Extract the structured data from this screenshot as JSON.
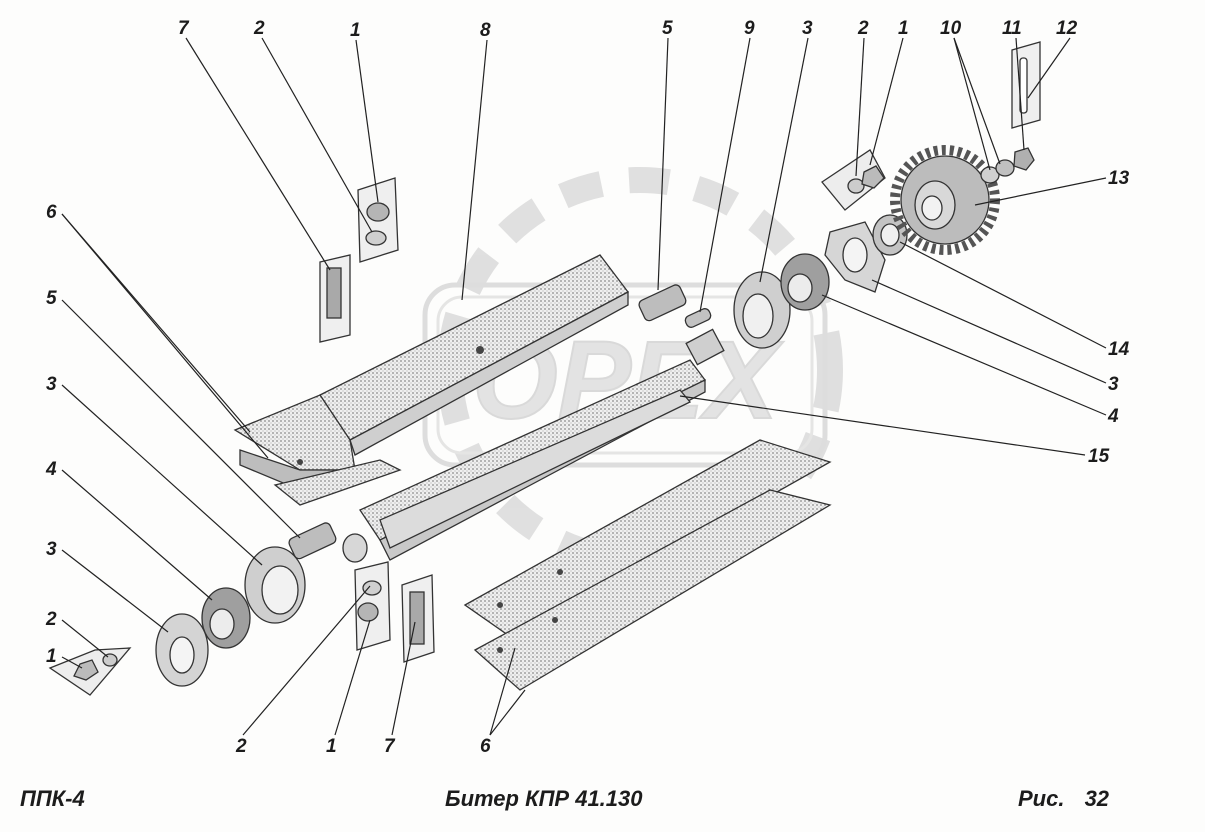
{
  "footer": {
    "left": "ППК-4",
    "center": "Битер КПР 41.130",
    "right": "Рис. 32"
  },
  "callouts": {
    "top_7": "7",
    "top_2": "2",
    "top_1": "1",
    "top_8": "8",
    "top_5": "5",
    "top_9": "9",
    "top_3": "3",
    "top_2b": "2",
    "top_1b": "1",
    "top_10": "10",
    "top_11": "11",
    "top_12": "12",
    "r_13": "13",
    "r_14": "14",
    "r_3": "3",
    "r_4": "4",
    "r_15": "15",
    "l_6": "6",
    "l_5": "5",
    "l_3": "3",
    "l_4": "4",
    "l_3b": "3",
    "l_2": "2",
    "l_1": "1",
    "b_2": "2",
    "b_1": "1",
    "b_7": "7",
    "b_6": "6"
  },
  "watermark": {
    "text": "ОРЕХ",
    "color": "#cfcfcf"
  },
  "colors": {
    "ink": "#1c1c1c",
    "paper": "#fdfdfc",
    "shade": "#9a9a9a"
  }
}
